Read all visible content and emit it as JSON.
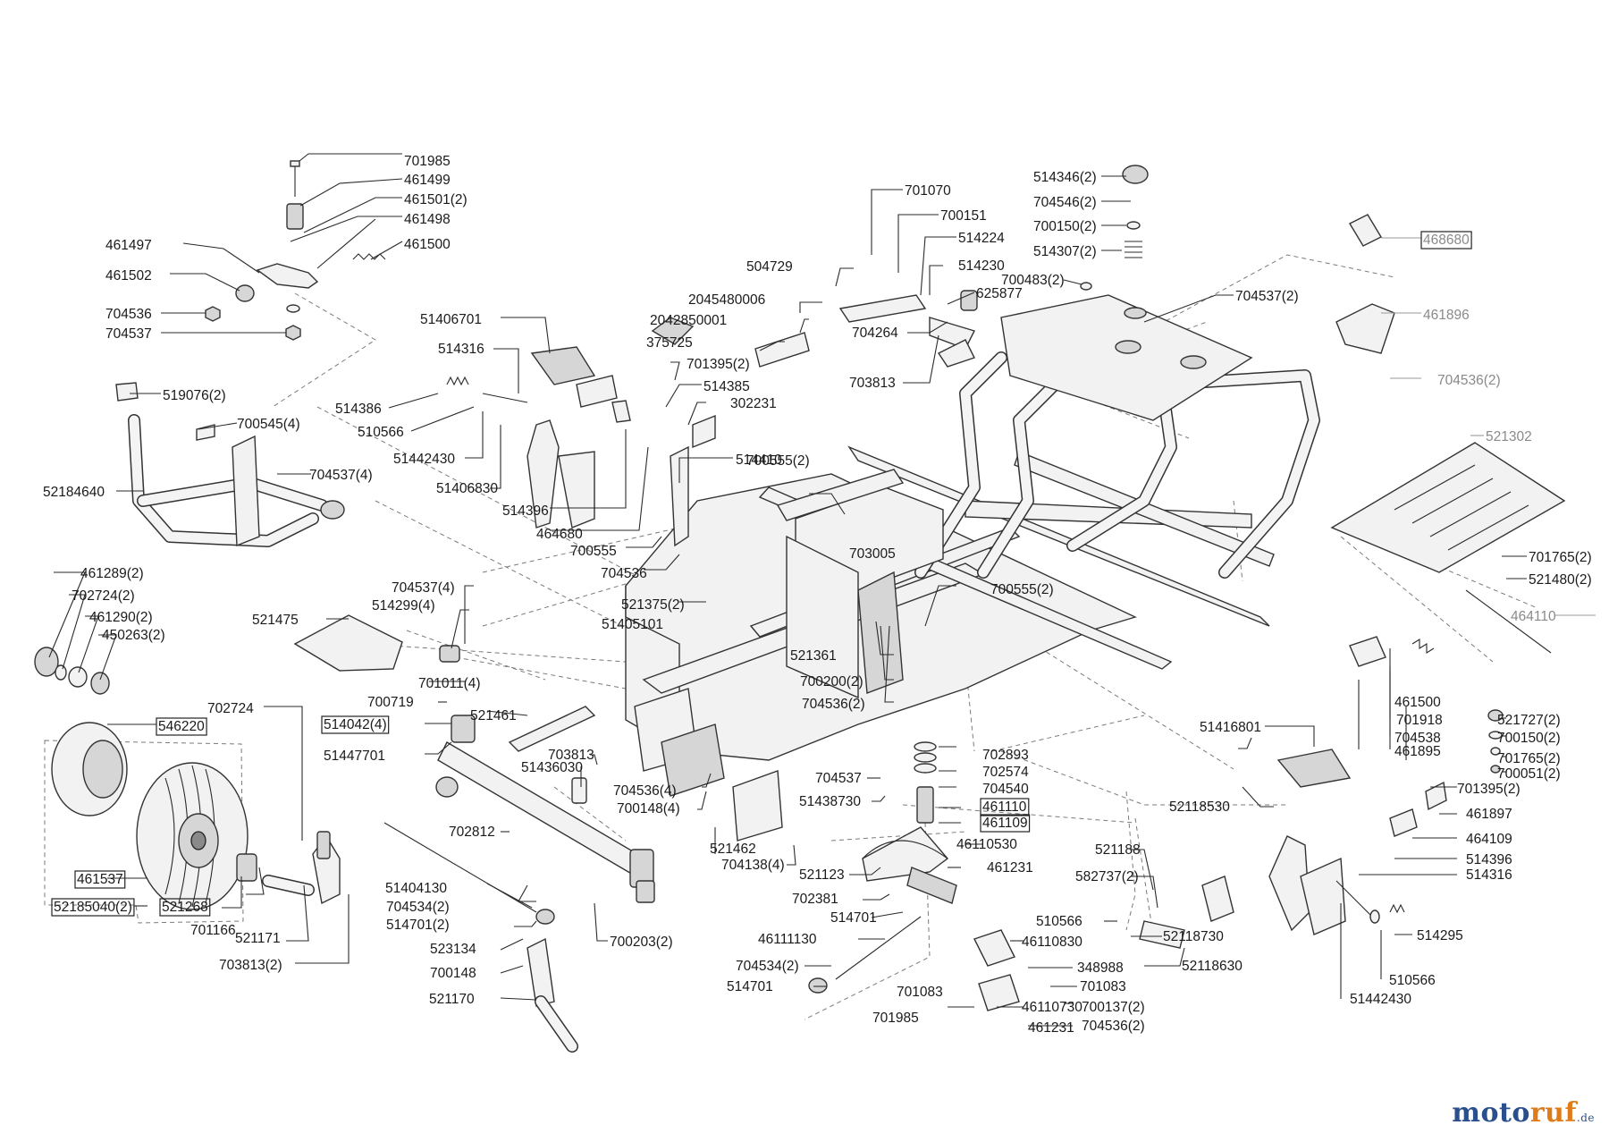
{
  "diagram": {
    "labels": [
      {
        "id": "L1",
        "text": "701985"
      },
      {
        "id": "L2",
        "text": "461499"
      },
      {
        "id": "L3",
        "text": "461501(2)"
      },
      {
        "id": "L4",
        "text": "461498"
      },
      {
        "id": "L5",
        "text": "461500"
      },
      {
        "id": "L6",
        "text": "461497"
      },
      {
        "id": "L7",
        "text": "461502"
      },
      {
        "id": "L8",
        "text": "704536"
      },
      {
        "id": "L9",
        "text": "704537"
      },
      {
        "id": "L10",
        "text": "519076(2)"
      },
      {
        "id": "L11",
        "text": "700545(4)"
      },
      {
        "id": "L12",
        "text": "704537(4)"
      },
      {
        "id": "L13",
        "text": "52184640"
      },
      {
        "id": "L14",
        "text": "461289(2)"
      },
      {
        "id": "L15",
        "text": "702724(2)"
      },
      {
        "id": "L16",
        "text": "461290(2)"
      },
      {
        "id": "L17",
        "text": "450263(2)"
      },
      {
        "id": "L18",
        "text": "546220",
        "boxed": true
      },
      {
        "id": "L19",
        "text": "461537",
        "boxed": true
      },
      {
        "id": "L20",
        "text": "52185040(2)",
        "boxed": true
      },
      {
        "id": "L21",
        "text": "521268",
        "boxed": true
      },
      {
        "id": "L22",
        "text": "702724"
      },
      {
        "id": "L23",
        "text": "701166"
      },
      {
        "id": "L24",
        "text": "521171"
      },
      {
        "id": "L25",
        "text": "703813(2)"
      },
      {
        "id": "L26",
        "text": "514386"
      },
      {
        "id": "L27",
        "text": "510566"
      },
      {
        "id": "L28",
        "text": "51442430"
      },
      {
        "id": "L29",
        "text": "51406830"
      },
      {
        "id": "L30",
        "text": "514316"
      },
      {
        "id": "L31",
        "text": "51406701"
      },
      {
        "id": "L32",
        "text": "514396"
      },
      {
        "id": "L33",
        "text": "464680"
      },
      {
        "id": "L34",
        "text": "701395(2)"
      },
      {
        "id": "L35",
        "text": "514385"
      },
      {
        "id": "L36",
        "text": "302231"
      },
      {
        "id": "L37",
        "text": "514410"
      },
      {
        "id": "L38",
        "text": "700555"
      },
      {
        "id": "L39",
        "text": "704536"
      },
      {
        "id": "L40",
        "text": "504729"
      },
      {
        "id": "L41",
        "text": "2045480006"
      },
      {
        "id": "L42",
        "text": "2042850001"
      },
      {
        "id": "L43",
        "text": "375725"
      },
      {
        "id": "L44",
        "text": "701070"
      },
      {
        "id": "L45",
        "text": "700151"
      },
      {
        "id": "L46",
        "text": "514224"
      },
      {
        "id": "L47",
        "text": "514230"
      },
      {
        "id": "L48",
        "text": "625877"
      },
      {
        "id": "L49",
        "text": "704264"
      },
      {
        "id": "L50",
        "text": "703813"
      },
      {
        "id": "L51",
        "text": "514346(2)"
      },
      {
        "id": "L52",
        "text": "704546(2)"
      },
      {
        "id": "L53",
        "text": "700150(2)"
      },
      {
        "id": "L54",
        "text": "514307(2)"
      },
      {
        "id": "L55",
        "text": "700483(2)"
      },
      {
        "id": "L56",
        "text": "704537(2)"
      },
      {
        "id": "L57",
        "text": "468680",
        "boxed": true,
        "faint": true
      },
      {
        "id": "L58",
        "text": "461896",
        "faint": true
      },
      {
        "id": "L59",
        "text": "704536(2)",
        "faint": true
      },
      {
        "id": "L60",
        "text": "521302",
        "faint": true
      },
      {
        "id": "L61",
        "text": "464110",
        "faint": true
      },
      {
        "id": "L62",
        "text": "701765(2)"
      },
      {
        "id": "L63",
        "text": "521480(2)"
      },
      {
        "id": "L64",
        "text": "700555(2)"
      },
      {
        "id": "L65",
        "text": "703005"
      },
      {
        "id": "L66",
        "text": "521375(2)"
      },
      {
        "id": "L67",
        "text": "51405101"
      },
      {
        "id": "L68",
        "text": "700555(2)"
      },
      {
        "id": "L69",
        "text": "521361"
      },
      {
        "id": "L70",
        "text": "700200(2)"
      },
      {
        "id": "L71",
        "text": "704536(2)"
      },
      {
        "id": "L72",
        "text": "521475"
      },
      {
        "id": "L73",
        "text": "704537(4)"
      },
      {
        "id": "L74",
        "text": "514299(4)"
      },
      {
        "id": "L75",
        "text": "701011(4)"
      },
      {
        "id": "L76",
        "text": "700719"
      },
      {
        "id": "L77",
        "text": "514042(4)",
        "boxed": true
      },
      {
        "id": "L78",
        "text": "521461"
      },
      {
        "id": "L79",
        "text": "51447701"
      },
      {
        "id": "L80",
        "text": "703813"
      },
      {
        "id": "L81",
        "text": "51436030"
      },
      {
        "id": "L82",
        "text": "704536(4)"
      },
      {
        "id": "L83",
        "text": "700148(4)"
      },
      {
        "id": "L84",
        "text": "521462"
      },
      {
        "id": "L85",
        "text": "704138(4)"
      },
      {
        "id": "L86",
        "text": "702812"
      },
      {
        "id": "L87",
        "text": "51404130"
      },
      {
        "id": "L88",
        "text": "704534(2)"
      },
      {
        "id": "L89",
        "text": "514701(2)"
      },
      {
        "id": "L90",
        "text": "523134"
      },
      {
        "id": "L91",
        "text": "700148"
      },
      {
        "id": "L92",
        "text": "521170"
      },
      {
        "id": "L93",
        "text": "700203(2)"
      },
      {
        "id": "L94",
        "text": "702893"
      },
      {
        "id": "L95",
        "text": "702574"
      },
      {
        "id": "L96",
        "text": "704540"
      },
      {
        "id": "L97",
        "text": "461110",
        "boxed": true
      },
      {
        "id": "L98",
        "text": "461109",
        "boxed": true
      },
      {
        "id": "L99",
        "text": "704537"
      },
      {
        "id": "L100",
        "text": "51438730"
      },
      {
        "id": "L101",
        "text": "46110530"
      },
      {
        "id": "L102",
        "text": "521123"
      },
      {
        "id": "L103",
        "text": "461231"
      },
      {
        "id": "L104",
        "text": "702381"
      },
      {
        "id": "L105",
        "text": "514701"
      },
      {
        "id": "L106",
        "text": "46111130"
      },
      {
        "id": "L107",
        "text": "704534(2)"
      },
      {
        "id": "L108",
        "text": "514701"
      },
      {
        "id": "L109",
        "text": "510566"
      },
      {
        "id": "L110",
        "text": "46110830"
      },
      {
        "id": "L111",
        "text": "348988"
      },
      {
        "id": "L112",
        "text": "701083"
      },
      {
        "id": "L113",
        "text": "701083"
      },
      {
        "id": "L114",
        "text": "46110730"
      },
      {
        "id": "L115",
        "text": "701985"
      },
      {
        "id": "L116",
        "text": "461231"
      },
      {
        "id": "L117",
        "text": "700137(2)"
      },
      {
        "id": "L118",
        "text": "704536(2)"
      },
      {
        "id": "L119",
        "text": "521188"
      },
      {
        "id": "L120",
        "text": "582737(2)"
      },
      {
        "id": "L121",
        "text": "52118730"
      },
      {
        "id": "L122",
        "text": "52118630"
      },
      {
        "id": "L123",
        "text": "52118530"
      },
      {
        "id": "L124",
        "text": "51416801"
      },
      {
        "id": "L125",
        "text": "461500"
      },
      {
        "id": "L126",
        "text": "701918"
      },
      {
        "id": "L127",
        "text": "704538"
      },
      {
        "id": "L128",
        "text": "461895"
      },
      {
        "id": "L129",
        "text": "521727(2)"
      },
      {
        "id": "L130",
        "text": "700150(2)"
      },
      {
        "id": "L131",
        "text": "701765(2)"
      },
      {
        "id": "L132",
        "text": "700051(2)"
      },
      {
        "id": "L133",
        "text": "701395(2)"
      },
      {
        "id": "L134",
        "text": "461897"
      },
      {
        "id": "L135",
        "text": "464109"
      },
      {
        "id": "L136",
        "text": "514396"
      },
      {
        "id": "L137",
        "text": "514316"
      },
      {
        "id": "L138",
        "text": "514295"
      },
      {
        "id": "L139",
        "text": "510566"
      },
      {
        "id": "L140",
        "text": "51442430"
      }
    ]
  },
  "logo": {
    "part1": "moto",
    "part2": "ruf",
    "tld": ".de"
  }
}
